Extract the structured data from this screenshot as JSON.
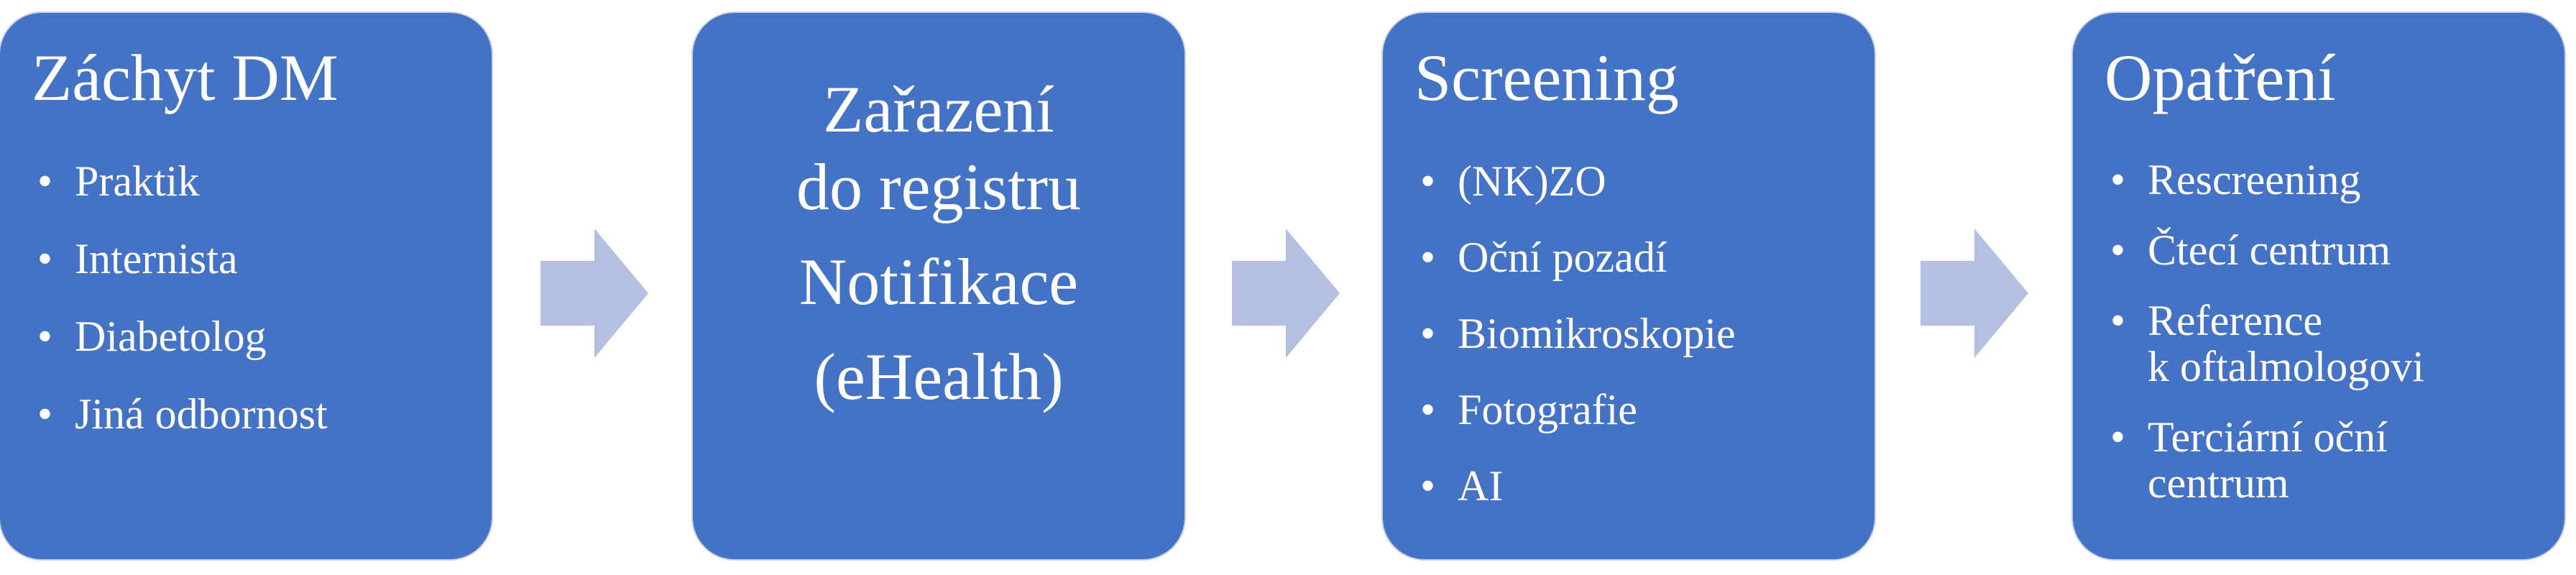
{
  "colors": {
    "box_fill": "#4472c4",
    "arrow_fill": "#b4c0e2",
    "text": "#ffffff"
  },
  "steps": [
    {
      "title": "Záchyt DM",
      "items": [
        "Praktik",
        "Internista",
        "Diabetolog",
        "Jiná odbornost"
      ]
    },
    {
      "lines": [
        "Zařazení",
        "do registru",
        "Notifikace",
        "(eHealth)"
      ]
    },
    {
      "title": "Screening",
      "items": [
        "(NK)ZO",
        "Oční pozadí",
        "Biomikroskopie",
        "Fotografie",
        "AI"
      ]
    },
    {
      "title": "Opatření",
      "items": [
        "Rescreening",
        "Čtecí centrum",
        "Reference\nk oftalmologovi",
        "Terciární oční\ncentrum"
      ]
    }
  ],
  "bullet_char": "•",
  "arrow_icon": "right-arrow-icon"
}
